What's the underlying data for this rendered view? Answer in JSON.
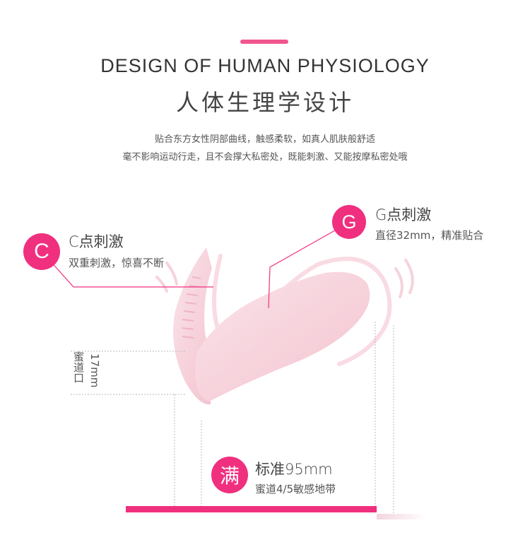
{
  "header": {
    "title_en": "DESIGN OF HUMAN PHYSIOLOGY",
    "title_cn": "人体生理学设计",
    "desc_line1": "贴合东方女性阴部曲线，触感柔软，如真人肌肤般舒适",
    "desc_line2": "毫不影响运动行走，且不会撑大私密处，既能刺激、又能按摩私密处哦"
  },
  "callouts": {
    "c": {
      "badge": "C",
      "title": "C点刺激",
      "sub": "双重刺激，惊喜不断"
    },
    "g": {
      "badge": "G",
      "title": "G点刺激",
      "sub": "直径32mm，精准贴合"
    },
    "full": {
      "badge": "满",
      "title": "标准95mm",
      "sub": "蜜道4/5敏感地带"
    }
  },
  "dimension": {
    "label": "蜜道口",
    "value": "17mm"
  },
  "colors": {
    "accent": "#f0307f",
    "product": "#f6cfd9"
  }
}
